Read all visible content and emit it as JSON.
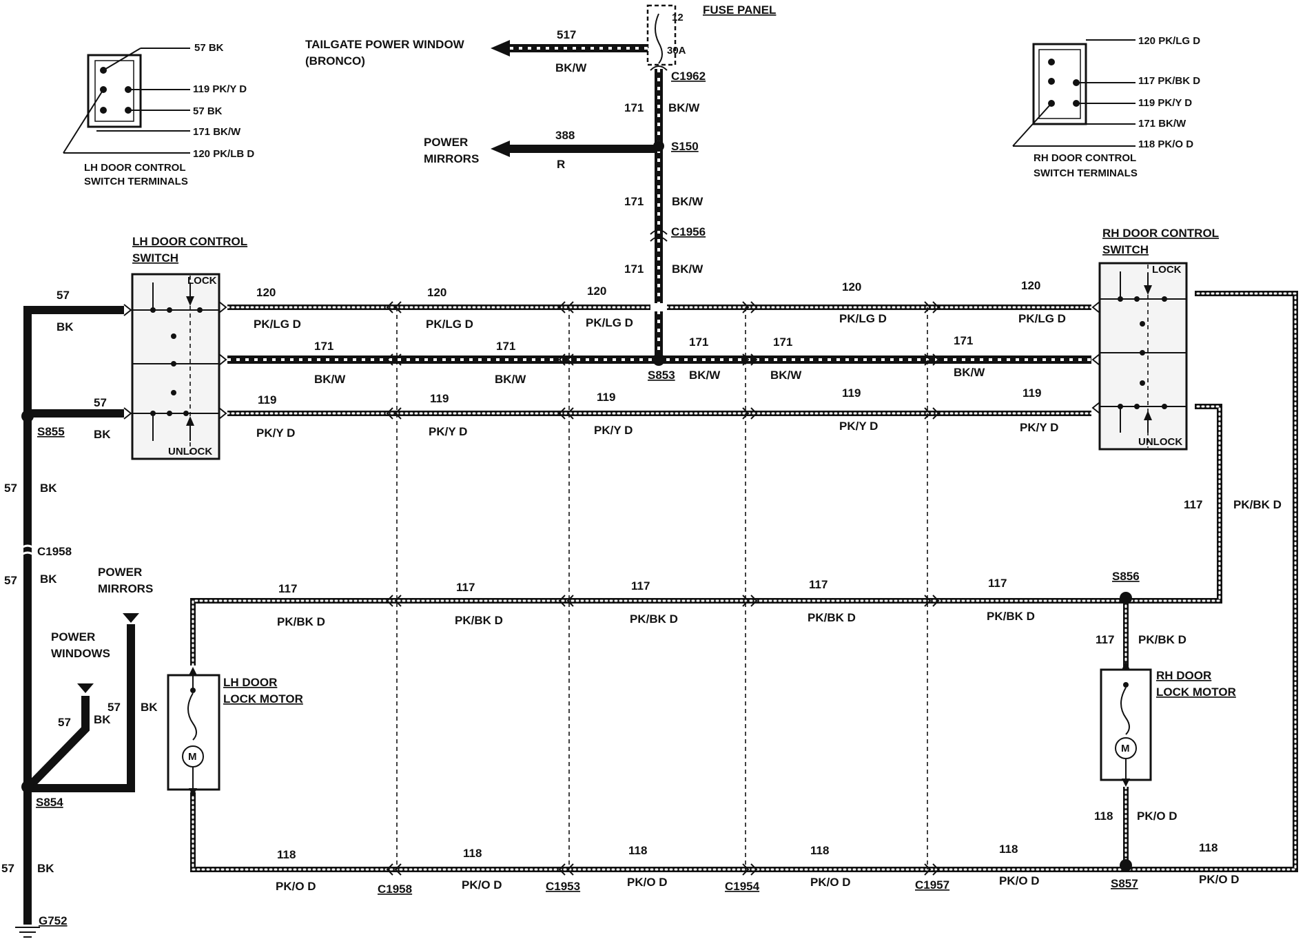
{
  "fuse_panel": {
    "title": "FUSE PANEL",
    "fuse_number": "12",
    "rating": "30A",
    "connector": "C1962"
  },
  "tailgate": {
    "label_line1": "TAILGATE POWER WINDOW",
    "label_line2": "(BRONCO)",
    "circuit": "517",
    "color": "BK/W"
  },
  "power_mirrors_top": {
    "label_line1": "POWER",
    "label_line2": "MIRRORS",
    "circuit": "388",
    "color": "R",
    "splice": "S150"
  },
  "feed": {
    "circuit": "171",
    "color": "BK/W",
    "connector": "C1956",
    "splice": "S853"
  },
  "lh_terminals": {
    "title_line1": "LH DOOR CONTROL",
    "title_line2": "SWITCH TERMINALS",
    "pins": [
      "57 BK",
      "119 PK/Y D",
      "57 BK",
      "171 BK/W",
      "120 PK/LB D"
    ]
  },
  "rh_terminals": {
    "title_line1": "RH DOOR CONTROL",
    "title_line2": "SWITCH TERMINALS",
    "pins": [
      "120 PK/LG D",
      "117 PK/BK D",
      "119 PK/Y D",
      "171 BK/W",
      "118 PK/O D"
    ]
  },
  "lh_switch": {
    "title_line1": "LH DOOR CONTROL",
    "title_line2": "SWITCH",
    "lock": "LOCK",
    "unlock": "UNLOCK"
  },
  "rh_switch": {
    "title_line1": "RH DOOR CONTROL",
    "title_line2": "SWITCH",
    "lock": "LOCK",
    "unlock": "UNLOCK"
  },
  "ground": {
    "circuit": "57",
    "color": "BK",
    "splice_upper": "S855",
    "connector": "C1958",
    "splice_lower": "S854",
    "ground": "G752",
    "power_mirrors_line1": "POWER",
    "power_mirrors_line2": "MIRRORS",
    "power_windows_line1": "POWER",
    "power_windows_line2": "WINDOWS"
  },
  "wires": {
    "w120": {
      "circuit": "120",
      "color": "PK/LG D"
    },
    "w171": {
      "circuit": "171",
      "color": "BK/W"
    },
    "w119": {
      "circuit": "119",
      "color": "PK/Y D"
    },
    "w117": {
      "circuit": "117",
      "color": "PK/BK D"
    },
    "w118": {
      "circuit": "118",
      "color": "PK/O D"
    }
  },
  "connectors": [
    "C1958",
    "C1953",
    "C1954",
    "C1957"
  ],
  "splices": {
    "s856": "S856",
    "s857": "S857"
  },
  "lh_motor": {
    "title_line1": "LH DOOR",
    "title_line2": "LOCK MOTOR",
    "symbol": "M"
  },
  "rh_motor": {
    "title_line1": "RH DOOR",
    "title_line2": "LOCK MOTOR",
    "symbol": "M"
  }
}
